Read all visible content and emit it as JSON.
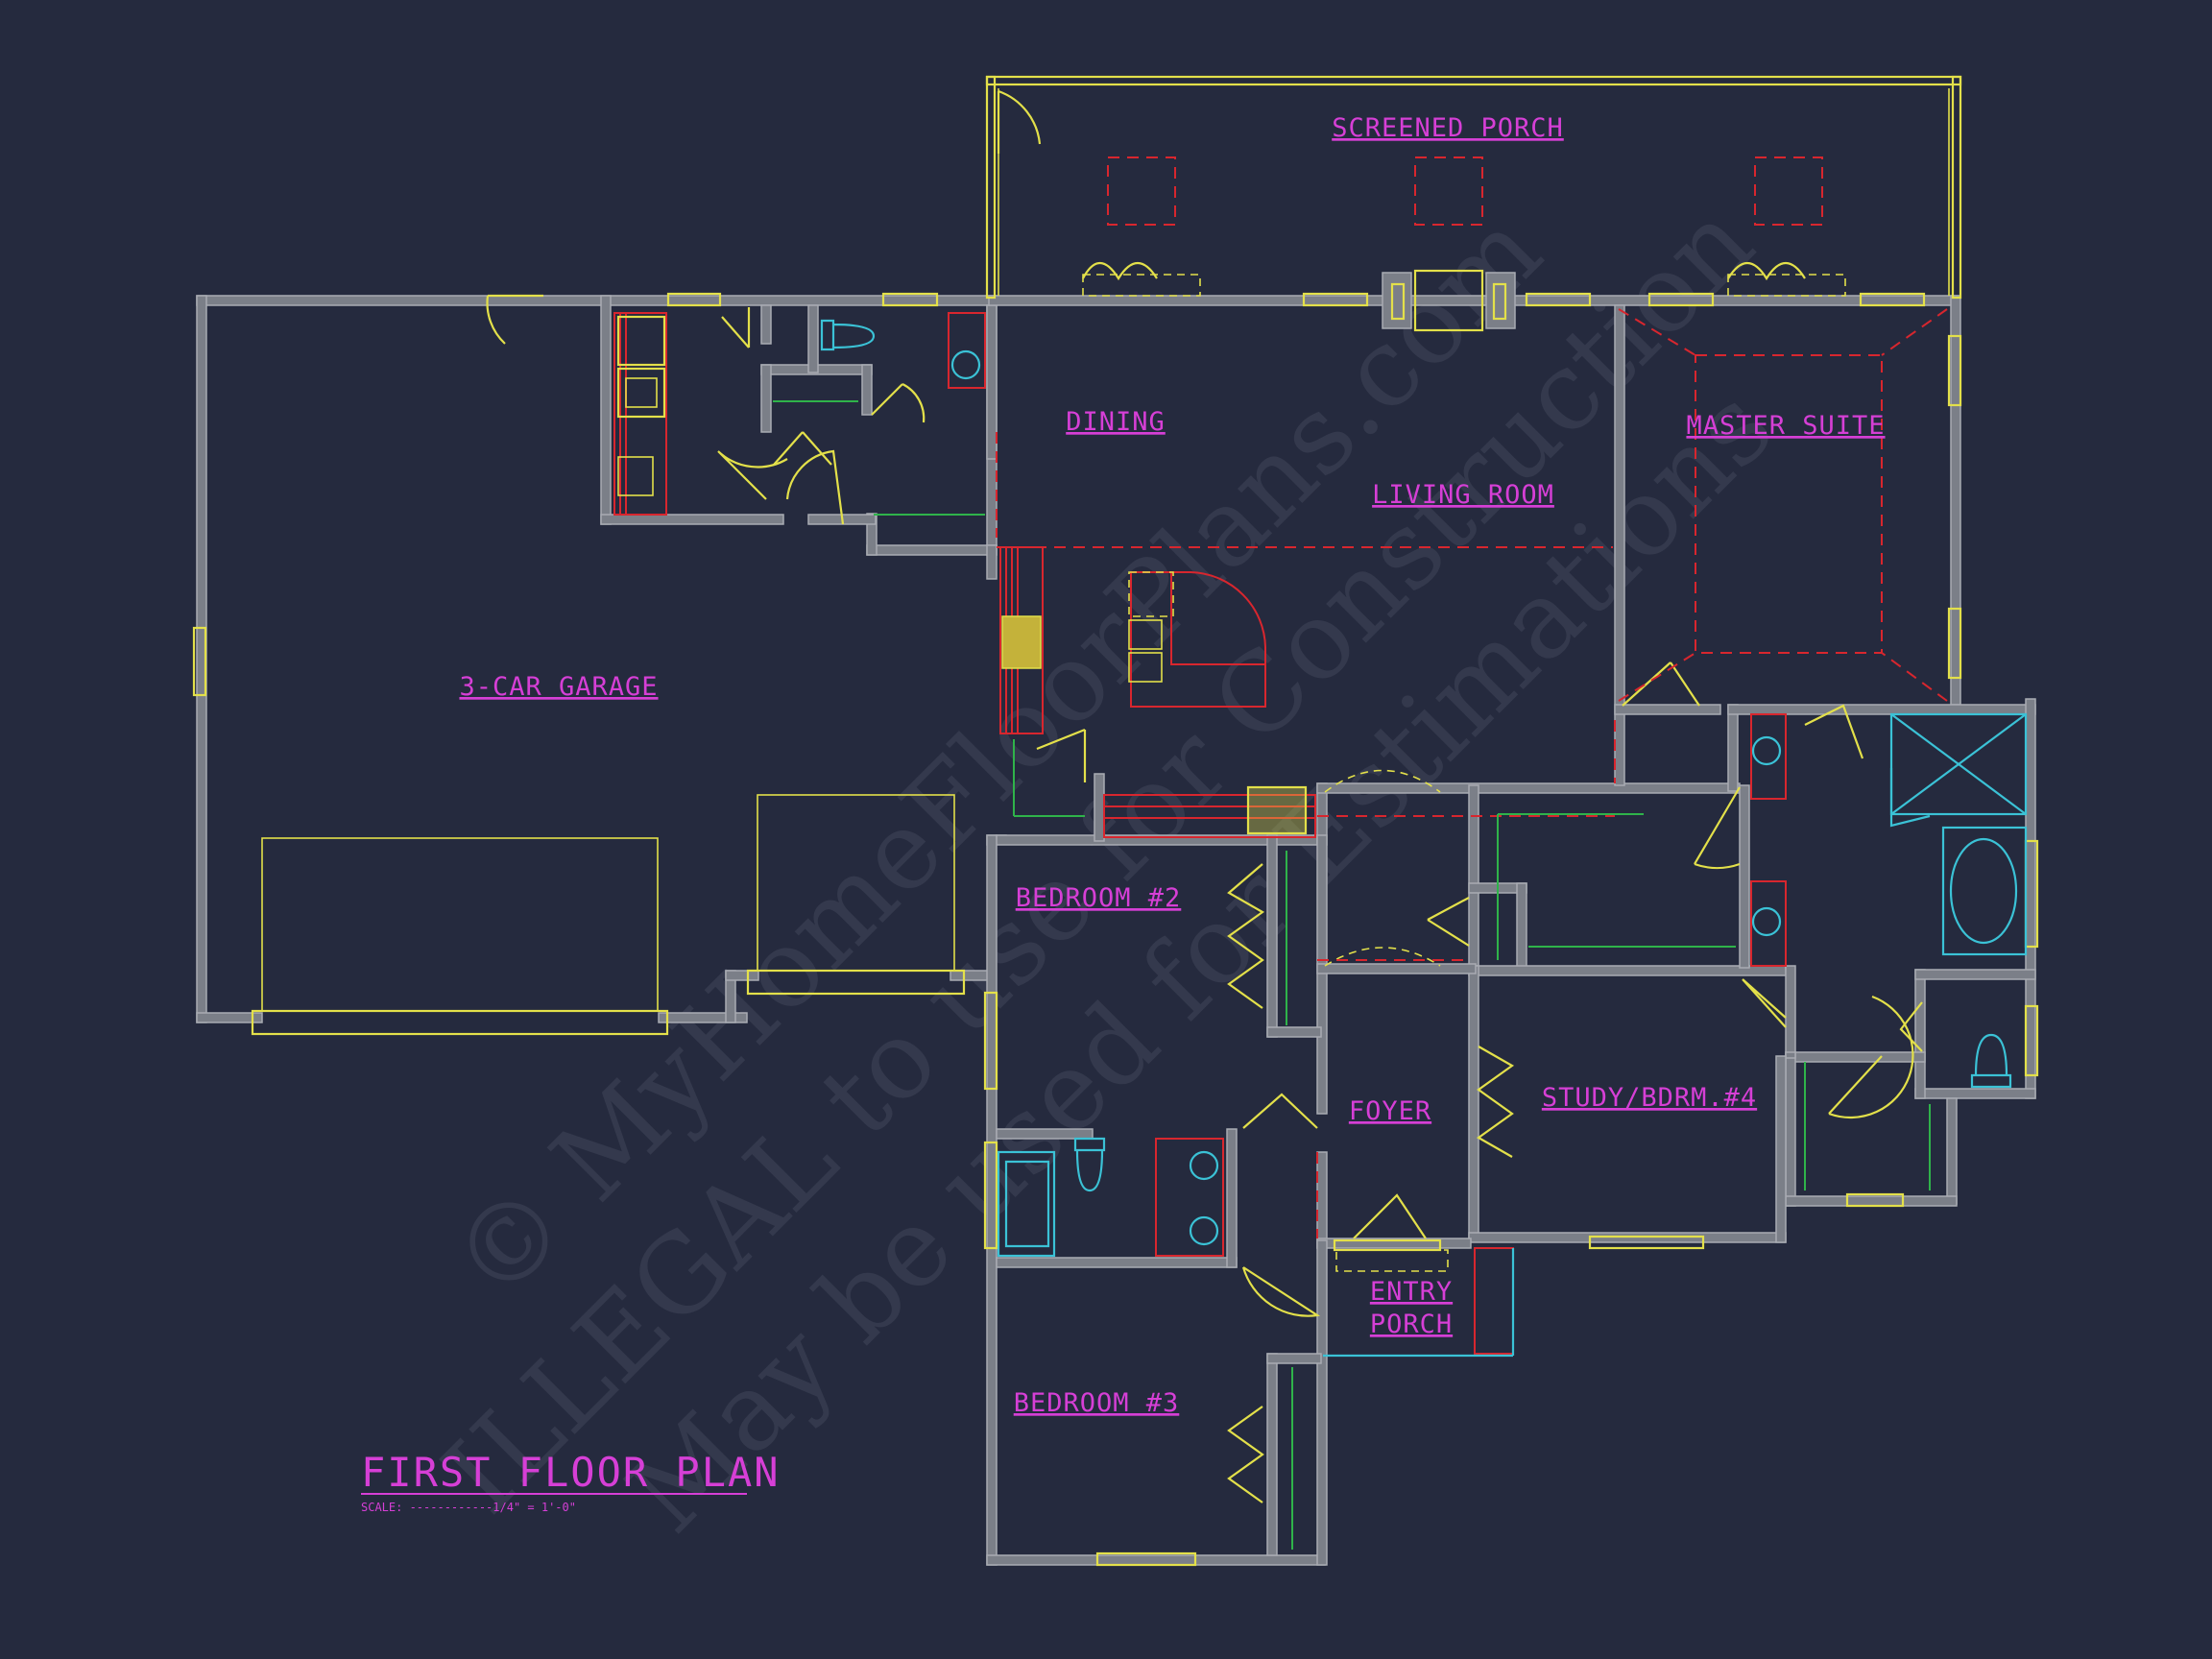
{
  "rooms": {
    "screened_porch": "SCREENED PORCH",
    "dining": "DINING",
    "living_room": "LIVING ROOM",
    "master_suite": "MASTER SUITE",
    "garage": "3-CAR GARAGE",
    "bedroom2": "BEDROOM #2",
    "bedroom3": "BEDROOM #3",
    "foyer": "FOYER",
    "study": "STUDY/BDRM.#4",
    "entry_porch_line1": "ENTRY",
    "entry_porch_line2": "PORCH"
  },
  "plan": {
    "title": "FIRST FLOOR PLAN",
    "scale": "SCALE: ------------1/4\" = 1'-0\""
  },
  "watermark": {
    "line1": "© MyHomeFloorPlans.com",
    "line2": "ILLEGAL to use for Construction",
    "line3": "May be used for Estimations"
  },
  "colors": {
    "background": "#252a3e",
    "walls": "#7b7f88",
    "labels": "#d63fd6",
    "doors_windows": "#e3e04a",
    "cabinets": "#d8262e",
    "fixtures": "#3bc2d6",
    "shelving": "#2fb34a"
  }
}
